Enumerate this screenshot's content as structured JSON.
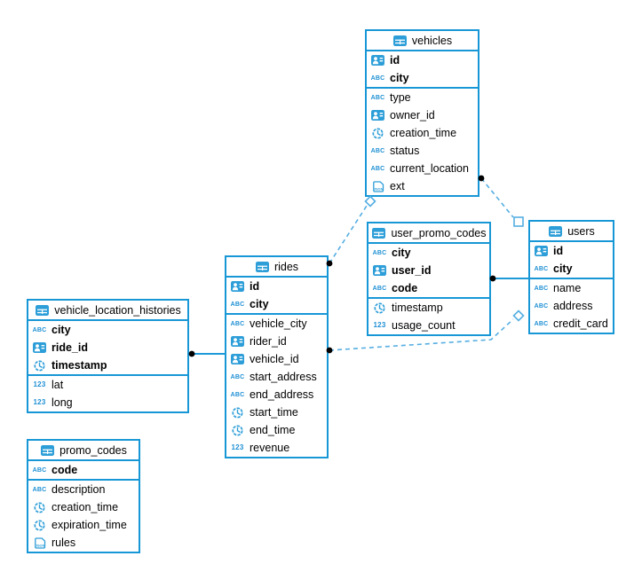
{
  "colors": {
    "table_border": "#1897d6",
    "icon_blue": "#2d9ed8",
    "icon_text_blue": "#1e90d4",
    "connection_solid": "#1f9ad8",
    "connection_dashed": "#55aee2",
    "endpoint_dot": "#000000",
    "text": "#000000"
  },
  "icon_labels": {
    "string": "ABC",
    "number": "123",
    "json": "JSON"
  },
  "tables": [
    {
      "name": "vehicles",
      "fields": [
        {
          "name": "id",
          "icon": "id",
          "pk": true
        },
        {
          "name": "city",
          "icon": "string",
          "pk": true
        },
        {
          "name": "type",
          "icon": "string",
          "pk": false
        },
        {
          "name": "owner_id",
          "icon": "id",
          "pk": false
        },
        {
          "name": "creation_time",
          "icon": "datetime",
          "pk": false
        },
        {
          "name": "status",
          "icon": "string",
          "pk": false
        },
        {
          "name": "current_location",
          "icon": "string",
          "pk": false
        },
        {
          "name": "ext",
          "icon": "json",
          "pk": false
        }
      ]
    },
    {
      "name": "user_promo_codes",
      "fields": [
        {
          "name": "city",
          "icon": "string",
          "pk": true
        },
        {
          "name": "user_id",
          "icon": "id",
          "pk": true
        },
        {
          "name": "code",
          "icon": "string",
          "pk": true
        },
        {
          "name": "timestamp",
          "icon": "datetime",
          "pk": false
        },
        {
          "name": "usage_count",
          "icon": "number",
          "pk": false
        }
      ]
    },
    {
      "name": "users",
      "fields": [
        {
          "name": "id",
          "icon": "id",
          "pk": true
        },
        {
          "name": "city",
          "icon": "string",
          "pk": true
        },
        {
          "name": "name",
          "icon": "string",
          "pk": false
        },
        {
          "name": "address",
          "icon": "string",
          "pk": false
        },
        {
          "name": "credit_card",
          "icon": "string",
          "pk": false
        }
      ]
    },
    {
      "name": "rides",
      "fields": [
        {
          "name": "id",
          "icon": "id",
          "pk": true
        },
        {
          "name": "city",
          "icon": "string",
          "pk": true
        },
        {
          "name": "vehicle_city",
          "icon": "string",
          "pk": false
        },
        {
          "name": "rider_id",
          "icon": "id",
          "pk": false
        },
        {
          "name": "vehicle_id",
          "icon": "id",
          "pk": false
        },
        {
          "name": "start_address",
          "icon": "string",
          "pk": false
        },
        {
          "name": "end_address",
          "icon": "string",
          "pk": false
        },
        {
          "name": "start_time",
          "icon": "datetime",
          "pk": false
        },
        {
          "name": "end_time",
          "icon": "datetime",
          "pk": false
        },
        {
          "name": "revenue",
          "icon": "number",
          "pk": false
        }
      ]
    },
    {
      "name": "vehicle_location_histories",
      "fields": [
        {
          "name": "city",
          "icon": "string",
          "pk": true
        },
        {
          "name": "ride_id",
          "icon": "id",
          "pk": true
        },
        {
          "name": "timestamp",
          "icon": "datetime",
          "pk": true
        },
        {
          "name": "lat",
          "icon": "number",
          "pk": false
        },
        {
          "name": "long",
          "icon": "number",
          "pk": false
        }
      ]
    },
    {
      "name": "promo_codes",
      "fields": [
        {
          "name": "code",
          "icon": "string",
          "pk": true
        },
        {
          "name": "description",
          "icon": "string",
          "pk": false
        },
        {
          "name": "creation_time",
          "icon": "datetime",
          "pk": false
        },
        {
          "name": "expiration_time",
          "icon": "datetime",
          "pk": false
        },
        {
          "name": "rules",
          "icon": "json",
          "pk": false
        }
      ]
    }
  ],
  "connections": [
    {
      "from": "vehicle_location_histories",
      "to": "rides",
      "style": "solid"
    },
    {
      "from": "user_promo_codes",
      "to": "users",
      "style": "solid"
    },
    {
      "from": "rides",
      "to": "vehicles",
      "style": "dashed"
    },
    {
      "from": "vehicles",
      "to": "users",
      "style": "dashed"
    },
    {
      "from": "rides",
      "to": "users",
      "style": "dashed"
    }
  ]
}
